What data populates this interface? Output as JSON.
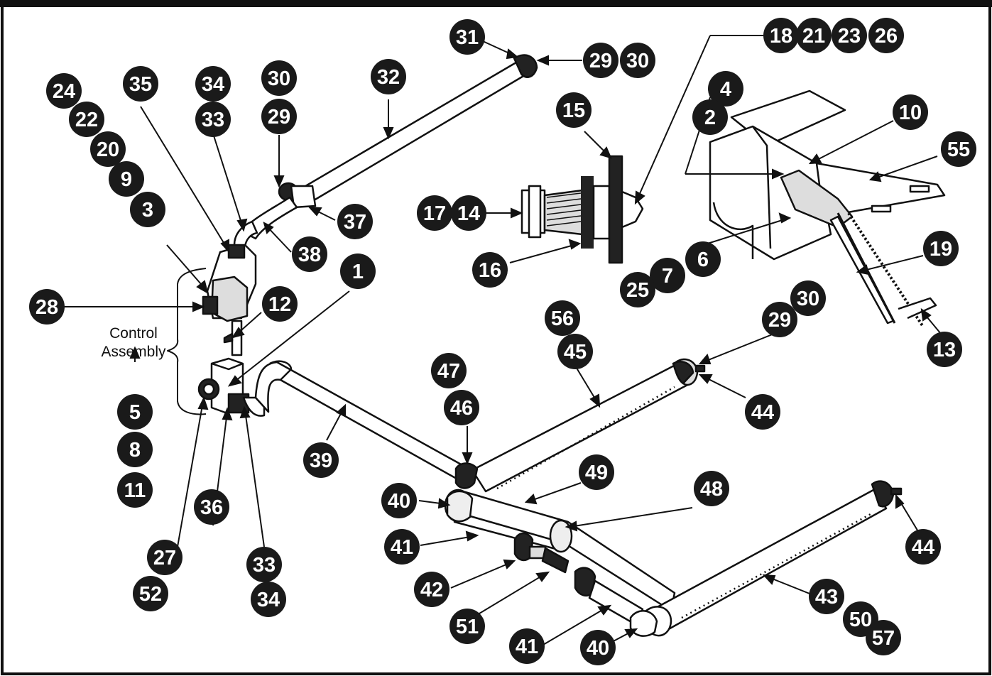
{
  "header": {
    "title_fragment": ""
  },
  "labels": {
    "control_line1": "Control",
    "control_line2": "Assembly"
  },
  "callouts": {
    "c31": "31",
    "c29a": "29",
    "c30a": "30",
    "c18": "18",
    "c21": "21",
    "c23": "23",
    "c26": "26",
    "c32": "32",
    "c35": "35",
    "c34a": "34",
    "c33a": "33",
    "c30b": "30",
    "c29b": "29",
    "c24": "24",
    "c22": "22",
    "c20": "20",
    "c9": "9",
    "c3": "3",
    "c37": "37",
    "c38": "38",
    "c15": "15",
    "c17": "17",
    "c14": "14",
    "c16": "16",
    "c4": "4",
    "c2": "2",
    "c10": "10",
    "c55": "55",
    "c6": "6",
    "c7": "7",
    "c25": "25",
    "c19": "19",
    "c13": "13",
    "c1": "1",
    "c12": "12",
    "c28": "28",
    "c56": "56",
    "c45": "45",
    "c29c": "29",
    "c30c": "30",
    "c44a": "44",
    "c47": "47",
    "c46": "46",
    "c5": "5",
    "c8": "8",
    "c11": "11",
    "c39": "39",
    "c36": "36",
    "c49": "49",
    "c48": "48",
    "c40a": "40",
    "c41a": "41",
    "c27": "27",
    "c52": "52",
    "c33b": "33",
    "c34b": "34",
    "c42": "42",
    "c51": "51",
    "c41b": "41",
    "c40b": "40",
    "c44b": "44",
    "c43": "43",
    "c50": "50",
    "c57": "57"
  },
  "colors": {
    "callout_fill": "#1a1a1a",
    "callout_text": "#ffffff",
    "line": "#111111",
    "frame": "#111111"
  }
}
